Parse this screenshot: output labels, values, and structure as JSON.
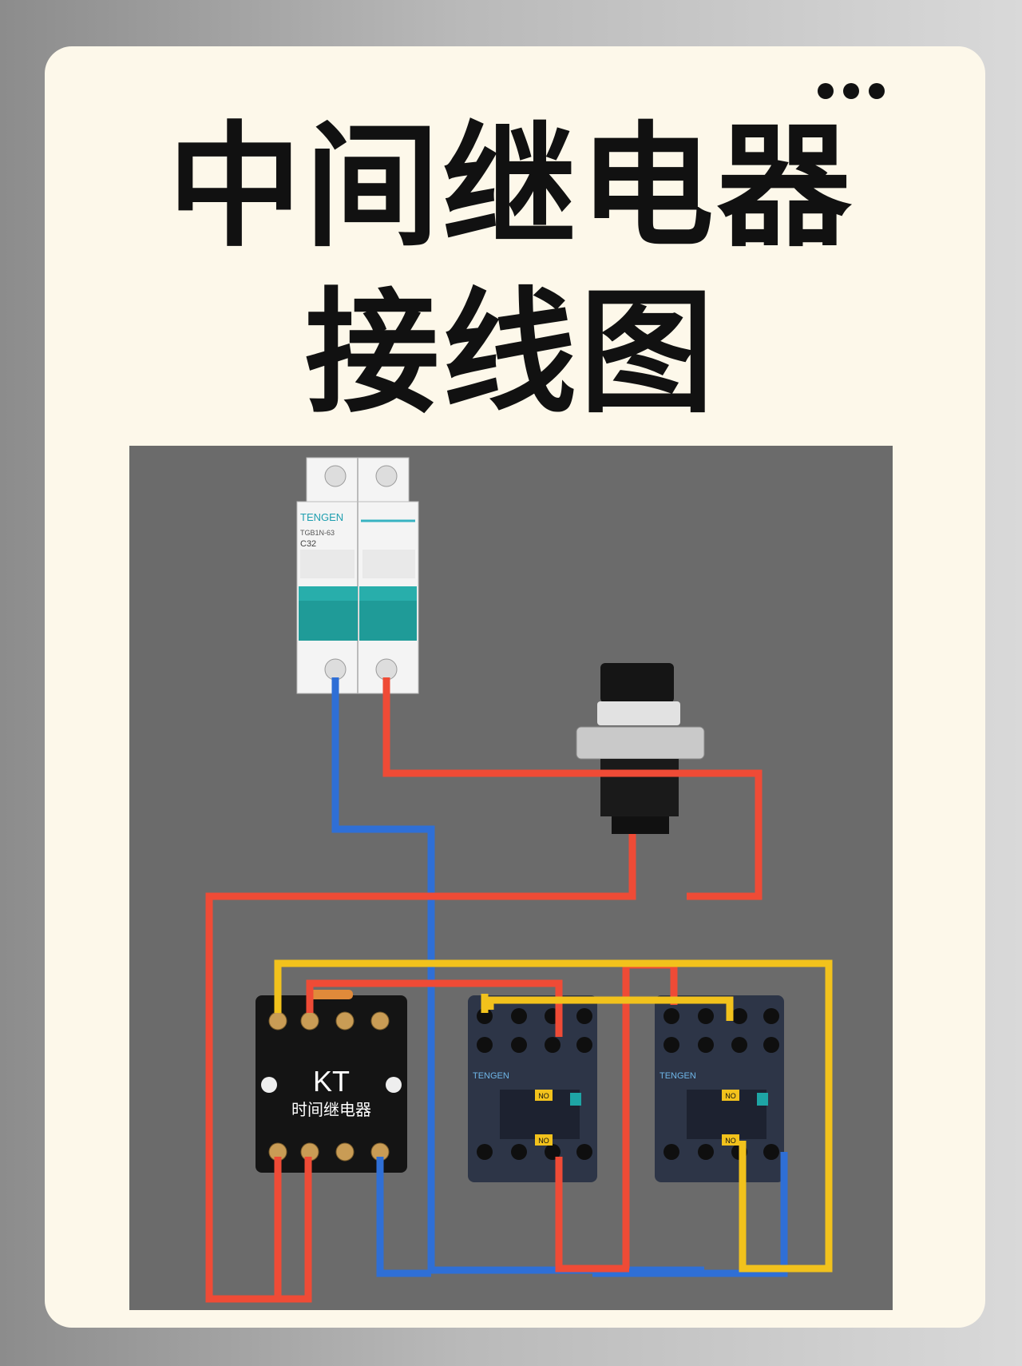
{
  "title_line1": "中间继电器",
  "title_line2": "接线图",
  "more_icon": "more-dots-icon",
  "diagram": {
    "breaker": {
      "brand": "TENGEN",
      "model": "TGB1N-63",
      "rating": "C32"
    },
    "timer": {
      "code": "KT",
      "label": "时间继电器"
    },
    "contactor_1": {
      "brand": "TENGEN",
      "contact_a": "NO",
      "contact_b": "NO"
    },
    "contactor_2": {
      "brand": "TENGEN",
      "contact_a": "NO",
      "contact_b": "NO"
    },
    "wire_colors": {
      "red": "#ef4b36",
      "blue": "#2f6fd6",
      "yellow": "#f2c21c"
    },
    "background_color": "#6b6b6b"
  }
}
